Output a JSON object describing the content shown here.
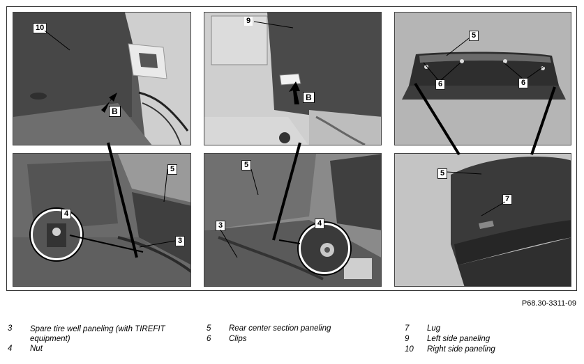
{
  "figure_ref": "P68.30-3311-09",
  "callouts": {
    "p1_10": "10",
    "p1_B": "B",
    "p2_9": "9",
    "p2_B": "B",
    "p3_5": "5",
    "p3_6a": "6",
    "p3_6b": "6",
    "p4_5": "5",
    "p4_4": "4",
    "p4_3": "3",
    "p5_5": "5",
    "p5_3": "3",
    "p5_4": "4",
    "p6_5": "5",
    "p6_7": "7"
  },
  "legend": {
    "col1": [
      {
        "num": "3",
        "text": "Spare tire well paneling (with TIREFIT equipment)"
      },
      {
        "num": "4",
        "text": "Nut"
      }
    ],
    "col2": [
      {
        "num": "5",
        "text": "Rear center section paneling"
      },
      {
        "num": "6",
        "text": "Clips"
      }
    ],
    "col3": [
      {
        "num": "7",
        "text": "Lug"
      },
      {
        "num": "9",
        "text": "Left side paneling"
      },
      {
        "num": "10",
        "text": "Right side paneling"
      }
    ]
  }
}
